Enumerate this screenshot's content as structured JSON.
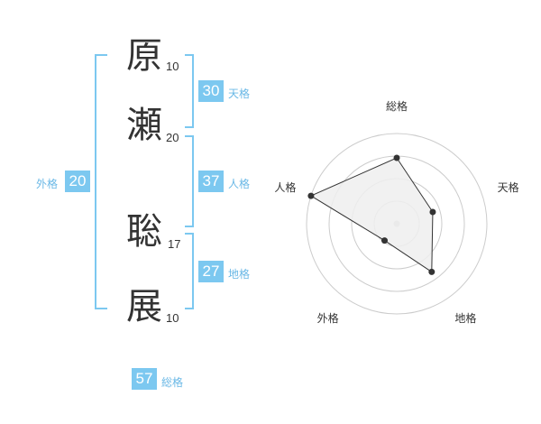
{
  "characters": [
    {
      "char": "原",
      "strokes": "10"
    },
    {
      "char": "瀬",
      "strokes": "20"
    },
    {
      "char": "聡",
      "strokes": "17"
    },
    {
      "char": "展",
      "strokes": "10"
    }
  ],
  "fortunes": {
    "tenkaku": {
      "value": "30",
      "label": "天格"
    },
    "jinkaku": {
      "value": "37",
      "label": "人格"
    },
    "chikaku": {
      "value": "27",
      "label": "地格"
    },
    "gaikaku": {
      "value": "20",
      "label": "外格"
    },
    "soukaku": {
      "value": "57",
      "label": "総格"
    }
  },
  "chart_data": {
    "type": "radar",
    "axes": [
      "総格",
      "天格",
      "地格",
      "外格",
      "人格"
    ],
    "values": [
      0.73,
      0.42,
      0.66,
      0.23,
      1.0
    ],
    "rmax": 1.0,
    "rings": 4,
    "grid": true,
    "colors": {
      "fill": "#eeeeee",
      "stroke": "#333333",
      "ring": "#cccccc",
      "point": "#333333",
      "center": "#cccccc"
    }
  }
}
